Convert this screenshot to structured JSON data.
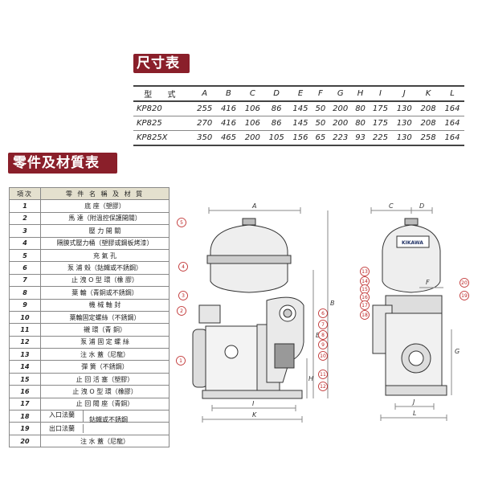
{
  "dim_title": "尺寸表",
  "parts_title": "零件及材質表",
  "dim_table": {
    "headers": [
      "型 式",
      "A",
      "B",
      "C",
      "D",
      "E",
      "F",
      "G",
      "H",
      "I",
      "J",
      "K",
      "L"
    ],
    "rows": [
      [
        "KP820",
        "255",
        "416",
        "106",
        "86",
        "145",
        "50",
        "200",
        "80",
        "175",
        "130",
        "208",
        "164"
      ],
      [
        "KP825",
        "270",
        "416",
        "106",
        "86",
        "145",
        "50",
        "200",
        "80",
        "175",
        "130",
        "208",
        "164"
      ],
      [
        "KP825X",
        "350",
        "465",
        "200",
        "105",
        "156",
        "65",
        "223",
        "93",
        "225",
        "130",
        "258",
        "164"
      ]
    ]
  },
  "parts_table": {
    "headers": [
      "項次",
      "零 件 名 稱 及 材 質"
    ],
    "rows": [
      [
        "1",
        "底 座（塑膠）"
      ],
      [
        "2",
        "馬 達（附溫控保護開關）"
      ],
      [
        "3",
        "壓 力 開 關"
      ],
      [
        "4",
        "隔膜式壓力桶（塑膠或鋼板烤漆）"
      ],
      [
        "5",
        "充 氣 孔"
      ],
      [
        "6",
        "泵 浦 殼（鈷鐵或不銹鋼）"
      ],
      [
        "7",
        "止 洩 O 型 環（橡 膠）"
      ],
      [
        "8",
        "葉 輪（青銅或不銹鋼）"
      ],
      [
        "9",
        "機 械 軸 封"
      ],
      [
        "10",
        "葉輪固定螺絲（不銹鋼）"
      ],
      [
        "11",
        "襯 環（青 銅）"
      ],
      [
        "12",
        "泵 浦 固 定 螺 絲"
      ],
      [
        "13",
        "注 水 蓋（尼龍）"
      ],
      [
        "14",
        "彈 簧（不銹鋼）"
      ],
      [
        "15",
        "止 回 活 塞（塑膠）"
      ],
      [
        "16",
        "止 洩 O 型 環（橡膠）"
      ],
      [
        "17",
        "止 回 閥 座（青銅）"
      ]
    ],
    "row18": [
      "18",
      "入口法蘭"
    ],
    "row19": [
      "19",
      "出口法蘭"
    ],
    "row1819_material": "鈷鐵或不銹鋼",
    "row20": [
      "20",
      "注 水 蓋（尼龍）"
    ]
  },
  "diagram": {
    "brand": "KIKAWA",
    "dim_labels": [
      "A",
      "B",
      "C",
      "D",
      "E",
      "F",
      "G",
      "H",
      "I",
      "J",
      "K",
      "L"
    ],
    "callouts_front": [
      "1",
      "2",
      "3",
      "4",
      "5",
      "6",
      "7",
      "8",
      "9",
      "10",
      "11",
      "12"
    ],
    "callouts_side": [
      "13",
      "14",
      "15",
      "16",
      "17",
      "18",
      "19",
      "20"
    ]
  }
}
